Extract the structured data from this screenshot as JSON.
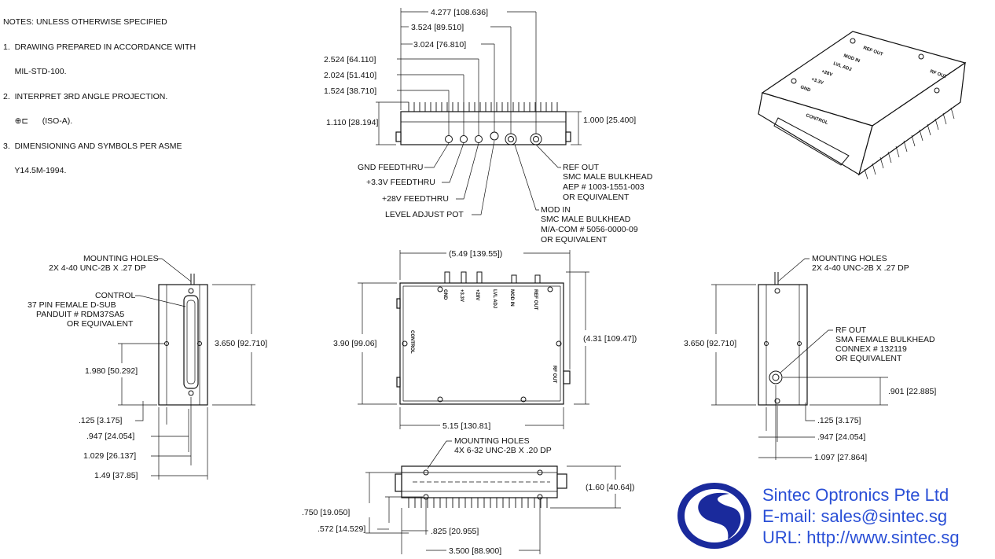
{
  "notes": {
    "header": "NOTES: UNLESS OTHERWISE SPECIFIED",
    "items": [
      "1.  DRAWING PREPARED IN ACCORDANCE WITH",
      "     MIL-STD-100.",
      "2.  INTERPRET 3RD ANGLE PROJECTION.",
      "     (ISO-A).",
      "3.  DIMENSIONING AND SYMBOLS PER ASME",
      "     Y14.5M-1994."
    ]
  },
  "top_view": {
    "dims": {
      "w_4277": "4.277 [108.636]",
      "w_3524": "3.524 [89.510]",
      "w_3024": "3.024 [76.810]",
      "w_2524": "2.524 [64.110]",
      "w_2024": "2.024 [51.410]",
      "w_1524": "1.524 [38.710]",
      "h_1110": "1.110 [28.194]",
      "h_1000": "1.000 [25.400]"
    },
    "callouts": {
      "gnd": "GND FEEDTHRU",
      "v33": "+3.3V FEEDTHRU",
      "v28": "+28V FEEDTHRU",
      "level": "LEVEL ADJUST POT",
      "ref_out": [
        "REF OUT",
        "SMC MALE BULKHEAD",
        "AEP # 1003-1551-003",
        "OR EQUIVALENT"
      ],
      "mod_in": [
        "MOD IN",
        "SMC MALE BULKHEAD",
        "M/A-COM # 5056-0000-09",
        "OR EQUIVALENT"
      ]
    }
  },
  "left_view": {
    "mounting": [
      "MOUNTING HOLES",
      "2X 4-40 UNC-2B X .27 DP"
    ],
    "control": [
      "CONTROL",
      "37 PIN FEMALE D-SUB",
      "PANDUIT # RDM37SA5",
      "OR EQUIVALENT"
    ],
    "dims": {
      "h_3650": "3.650 [92.710]",
      "h_1980": "1.980 [50.292]",
      "w_125": ".125 [3.175]",
      "w_947": ".947 [24.054]",
      "w_1029": "1.029 [26.137]",
      "w_149": "1.49 [37.85]"
    }
  },
  "front_view": {
    "dims": {
      "w_549": "(5.49 [139.55])",
      "h_390": "3.90 [99.06]",
      "h_431": "(4.31 [109.47])",
      "w_515": "5.15 [130.81]"
    },
    "labels": {
      "control": "CONTROL",
      "rf_out": "RF OUT",
      "gnd": "GND",
      "v33": "+3.3V",
      "v28": "+28V",
      "lvl": "LVL ADJ",
      "mod": "MOD IN",
      "ref": "REF OUT"
    }
  },
  "right_view": {
    "mounting": [
      "MOUNTING HOLES",
      "2X 4-40 UNC-2B X .27 DP"
    ],
    "rf_out": [
      "RF OUT",
      "SMA FEMALE BULKHEAD",
      "CONNEX # 132119",
      "OR EQUIVALENT"
    ],
    "dims": {
      "h_3650": "3.650 [92.710]",
      "h_901": ".901 [22.885]",
      "w_125": ".125 [3.175]",
      "w_947": ".947 [24.054]",
      "w_1097": "1.097 [27.864]"
    }
  },
  "bottom_view": {
    "mounting": [
      "MOUNTING HOLES",
      "4X 6-32 UNC-2B X .20 DP"
    ],
    "dims": {
      "h_160": "(1.60 [40.64])",
      "h_750": ".750 [19.050]",
      "h_572": ".572 [14.529]",
      "w_825": ".825 [20.955]",
      "w_3500": "3.500 [88.900]"
    }
  },
  "iso_view": {
    "labels": {
      "ref_out": "REF OUT",
      "rf_out": "RF OUT",
      "mod_in": "MOD IN",
      "lvl": "LVL ADJ",
      "v28": "+28V",
      "v33": "+3.3V",
      "gnd": "GND",
      "control": "CONTROL"
    }
  },
  "company": {
    "name": "Sintec Optronics Pte Ltd",
    "email": "E-mail: sales@sintec.sg",
    "url": "URL: http://www.sintec.sg"
  },
  "colors": {
    "brand_blue": "#2a4fd6",
    "logo_dark": "#1a2a9c",
    "ink": "#111111"
  }
}
